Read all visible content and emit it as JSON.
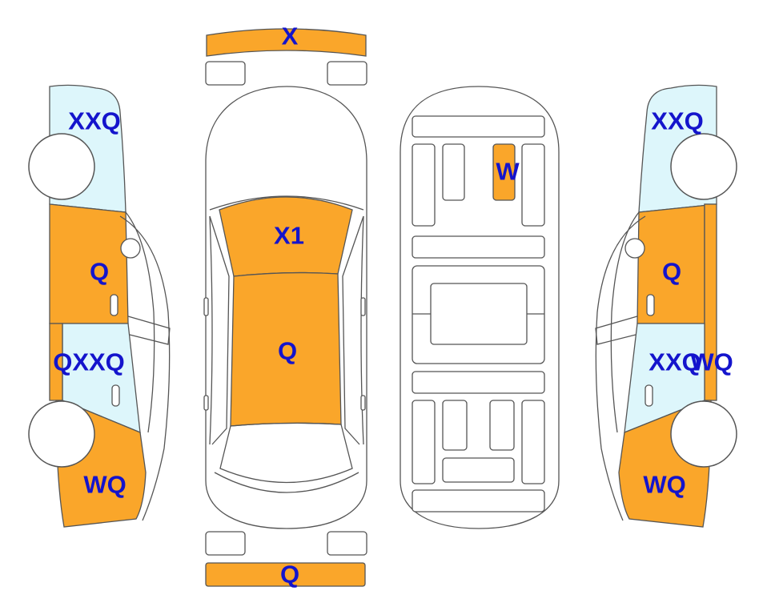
{
  "colors": {
    "marked_panel": "#FAA62A",
    "glass": "#DDF6FB",
    "outline": "#555555",
    "code_text": "#1414CC"
  },
  "views": {
    "top": {
      "front_bumper": "X",
      "hood": "X1",
      "roof": "Q",
      "rear_bumper": "Q"
    },
    "underbody": {
      "section": "W"
    },
    "left_side": {
      "front_quarter": "XXQ",
      "front_door": "Q",
      "rear_door": "QXXQ",
      "rear_quarter": "WQ"
    },
    "right_side": {
      "front_quarter": "XXQ",
      "front_door": "Q",
      "rear_door": "XXQ",
      "rear_door_edge": "WQ",
      "rear_quarter": "WQ"
    }
  }
}
